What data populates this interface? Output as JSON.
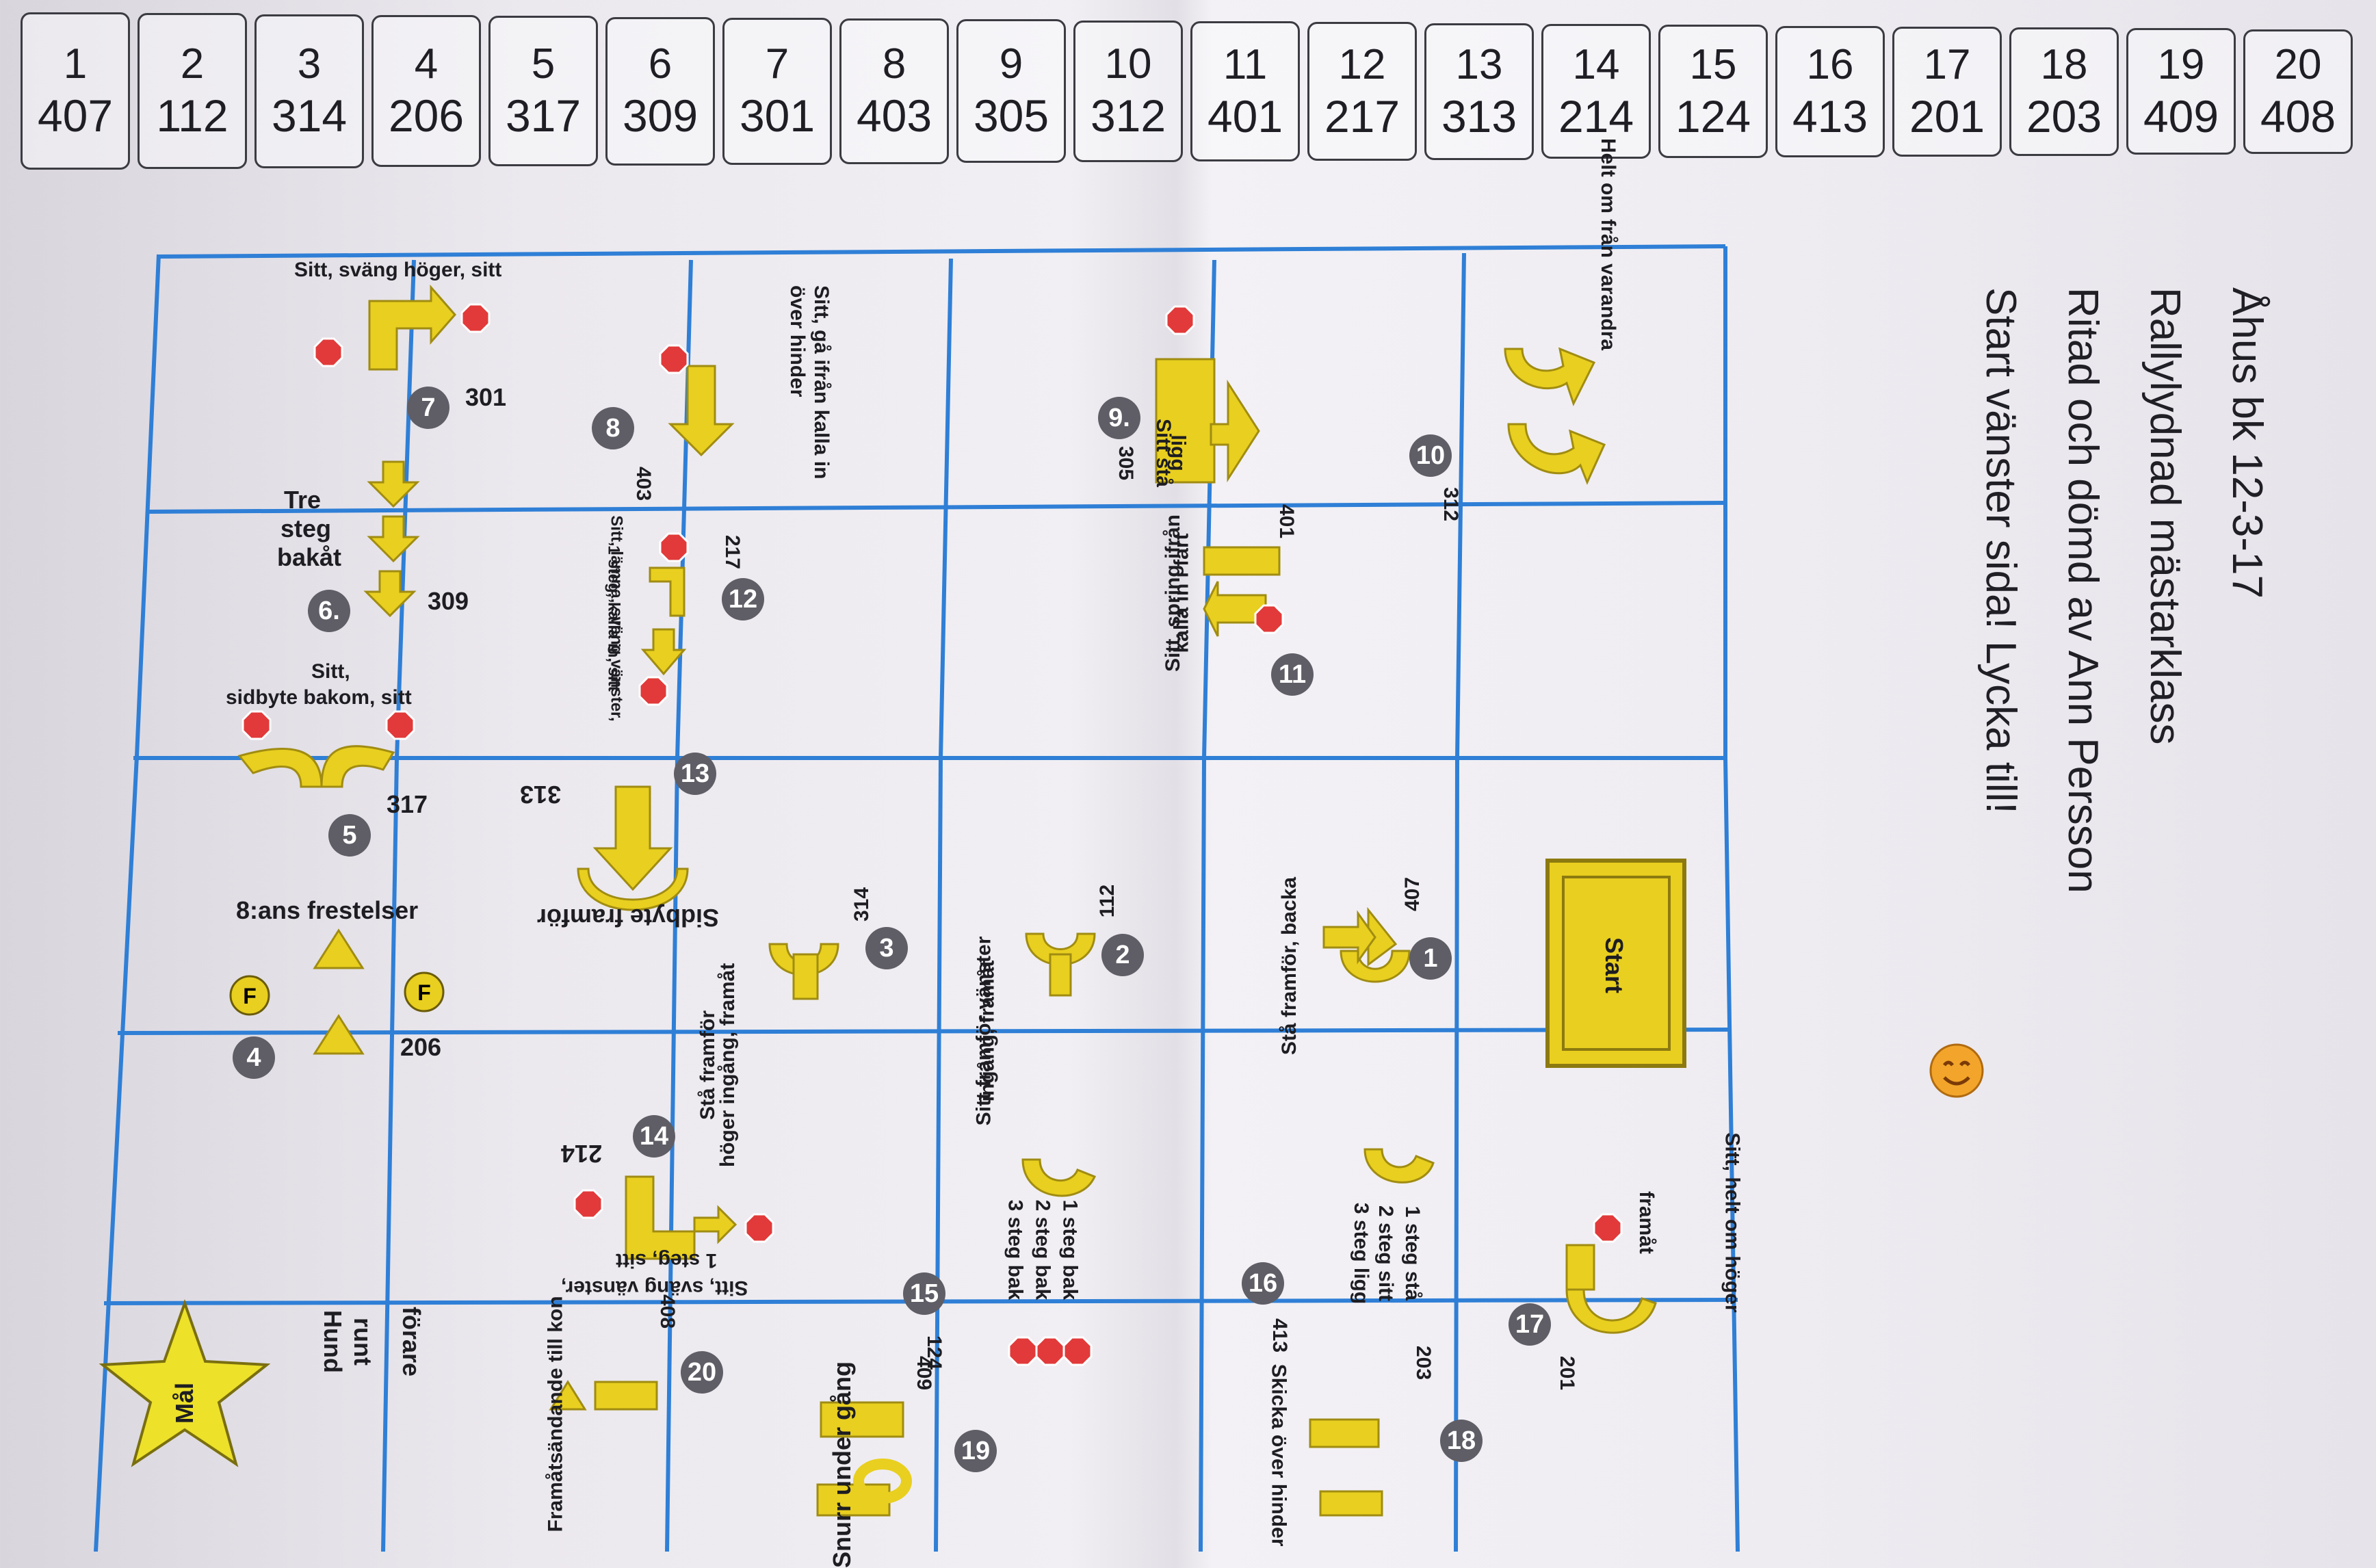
{
  "header": {
    "cells": [
      {
        "n": "1",
        "c": "407"
      },
      {
        "n": "2",
        "c": "112"
      },
      {
        "n": "3",
        "c": "314"
      },
      {
        "n": "4",
        "c": "206"
      },
      {
        "n": "5",
        "c": "317"
      },
      {
        "n": "6",
        "c": "309"
      },
      {
        "n": "7",
        "c": "301"
      },
      {
        "n": "8",
        "c": "403"
      },
      {
        "n": "9",
        "c": "305"
      },
      {
        "n": "10",
        "c": "312"
      },
      {
        "n": "11",
        "c": "401"
      },
      {
        "n": "12",
        "c": "217"
      },
      {
        "n": "13",
        "c": "313"
      },
      {
        "n": "14",
        "c": "214"
      },
      {
        "n": "15",
        "c": "124"
      },
      {
        "n": "16",
        "c": "413"
      },
      {
        "n": "17",
        "c": "201"
      },
      {
        "n": "18",
        "c": "203"
      },
      {
        "n": "19",
        "c": "409"
      },
      {
        "n": "20",
        "c": "408"
      }
    ]
  },
  "title": {
    "line1": "Åhus bk 12-3-17",
    "line2": "Rallylydnad mästarklass",
    "line3": "Ritad och dömd av Ann Persson",
    "line4": "Start vänster sida! Lycka till!"
  },
  "stations": {
    "s1": {
      "num": "1",
      "code": "407",
      "text": "Stå framför, backa"
    },
    "s2": {
      "num": "2",
      "code": "112",
      "text1": "Sitt framför vänster",
      "text2": "ingång, framåt"
    },
    "s3": {
      "num": "3",
      "code": "314",
      "text1": "Stå framför",
      "text2": "höger ingång, framåt"
    },
    "s4": {
      "num": "4",
      "code": "206",
      "text": "8:ans frestelser"
    },
    "s5": {
      "num": "5",
      "code": "317",
      "text1": "Sitt,",
      "text2": "sidbyte bakom, sitt"
    },
    "s6": {
      "num": "6.",
      "code": "309",
      "text1": "Tre",
      "text2": "steg",
      "text3": "bakåt"
    },
    "s7": {
      "num": "7",
      "code": "301",
      "text": "Sitt, sväng höger, sitt"
    },
    "s8": {
      "num": "8",
      "code": "403",
      "text1": "Sitt, gå ifrån kalla in",
      "text2": "över hinder"
    },
    "s9": {
      "num": "9.",
      "code": "305",
      "text1": "Sitt stå",
      "text2": "ligg"
    },
    "s10": {
      "num": "10",
      "code": "312",
      "text": "Helt om från varandra"
    },
    "s11": {
      "num": "11",
      "code": "401",
      "text1": "Sitt, spring ifrån",
      "text2": "kalla in i fart"
    },
    "s12": {
      "num": "12",
      "code": "217",
      "text1": "Sitt, lämna, sväng vänster,",
      "text2": "1 steg, kalla in, sitt"
    },
    "s13": {
      "num": "13",
      "code": "313",
      "text": "Sidbyte framför"
    },
    "s14": {
      "num": "14",
      "code": "214",
      "text1": "Sitt, sväng vänster,",
      "text2": "1 steg, sitt"
    },
    "s15": {
      "num": "15",
      "code": "124",
      "l1": "1 steg bak",
      "l2": "2 steg bak",
      "l3": "3 steg bak"
    },
    "s16": {
      "num": "16",
      "code": "413",
      "l1": "1 steg stå",
      "l2": "2 steg sitt",
      "l3": "3 steg ligg",
      "text": "Skicka över hinder"
    },
    "s17": {
      "num": "17",
      "code": "201",
      "text1": "Sitt, helt om höger",
      "text2": "framåt"
    },
    "s18": {
      "num": "18",
      "code": "203"
    },
    "s19": {
      "num": "19",
      "code": "409",
      "text": "Snurr under gång"
    },
    "s20": {
      "num": "20",
      "code": "408",
      "text1": "Hund",
      "text2": "runt",
      "text3": "förare",
      "text4": "Framåtsändande till kon"
    }
  },
  "start_label": "Start",
  "goal_label": "Mål",
  "stop_label": "STOP",
  "f_label": "F",
  "colors": {
    "accent": "#e9cf1f",
    "grid": "#2f7fd6",
    "stop": "#e23a3a",
    "circle": "#5f5e66"
  },
  "icons": [
    "arrow-icon",
    "stop-sign-icon",
    "number-circle-icon",
    "cone-icon",
    "star-icon",
    "smiley-icon"
  ]
}
